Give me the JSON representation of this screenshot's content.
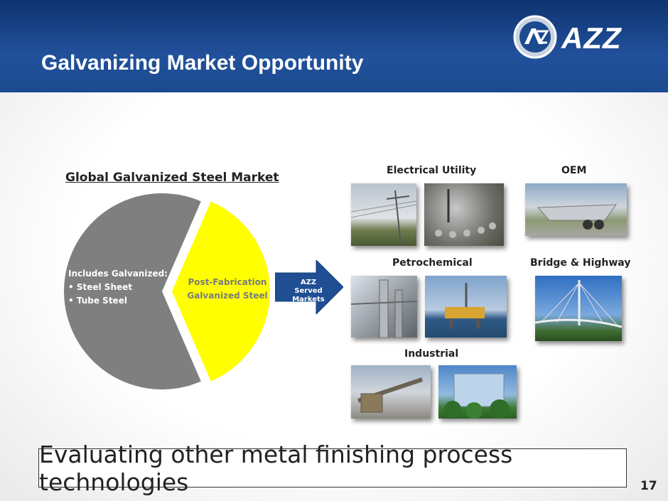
{
  "header": {
    "title": "Galvanizing Market Opportunity",
    "logo_text": "AZZ"
  },
  "chart_data": {
    "type": "pie",
    "title": "Global Galvanized Steel Market",
    "slices": [
      {
        "label": "Includes Galvanized:",
        "items": [
          "Steel Sheet",
          "Tube Steel"
        ],
        "value": 63,
        "color": "#7f7f7f"
      },
      {
        "label": "Post-Fabrication Galvanized Steel",
        "value": 37,
        "color": "#ffff00",
        "exploded": true
      }
    ]
  },
  "arrow_label": {
    "line1": "AZZ",
    "line2": "Served Markets"
  },
  "markets": [
    {
      "label": "Electrical Utility"
    },
    {
      "label": "OEM"
    },
    {
      "label": "Petrochemical"
    },
    {
      "label": "Bridge & Highway"
    },
    {
      "label": "Industrial"
    }
  ],
  "footer": {
    "banner": "Evaluating other metal finishing process technologies",
    "page_number": "17"
  },
  "colors": {
    "header": "#21519b",
    "arrow": "#1f4e93",
    "gray_slice": "#7f7f7f",
    "yellow_slice": "#ffff00"
  }
}
